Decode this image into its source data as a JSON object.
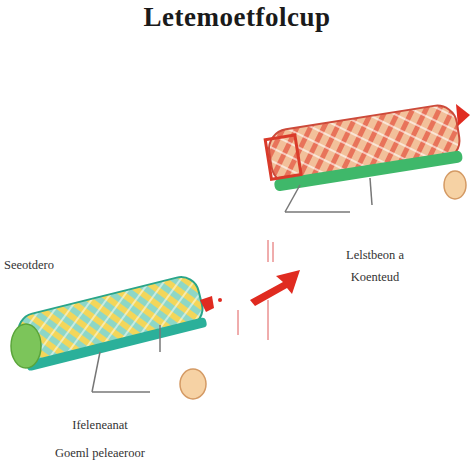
{
  "diagram": {
    "title": "Letemoetfolcup",
    "labels": [
      "Seeotdero",
      "Lelstbeon a",
      "Koenteud",
      "Ifeleneanat",
      "Goeml peleaeroor"
    ]
  }
}
